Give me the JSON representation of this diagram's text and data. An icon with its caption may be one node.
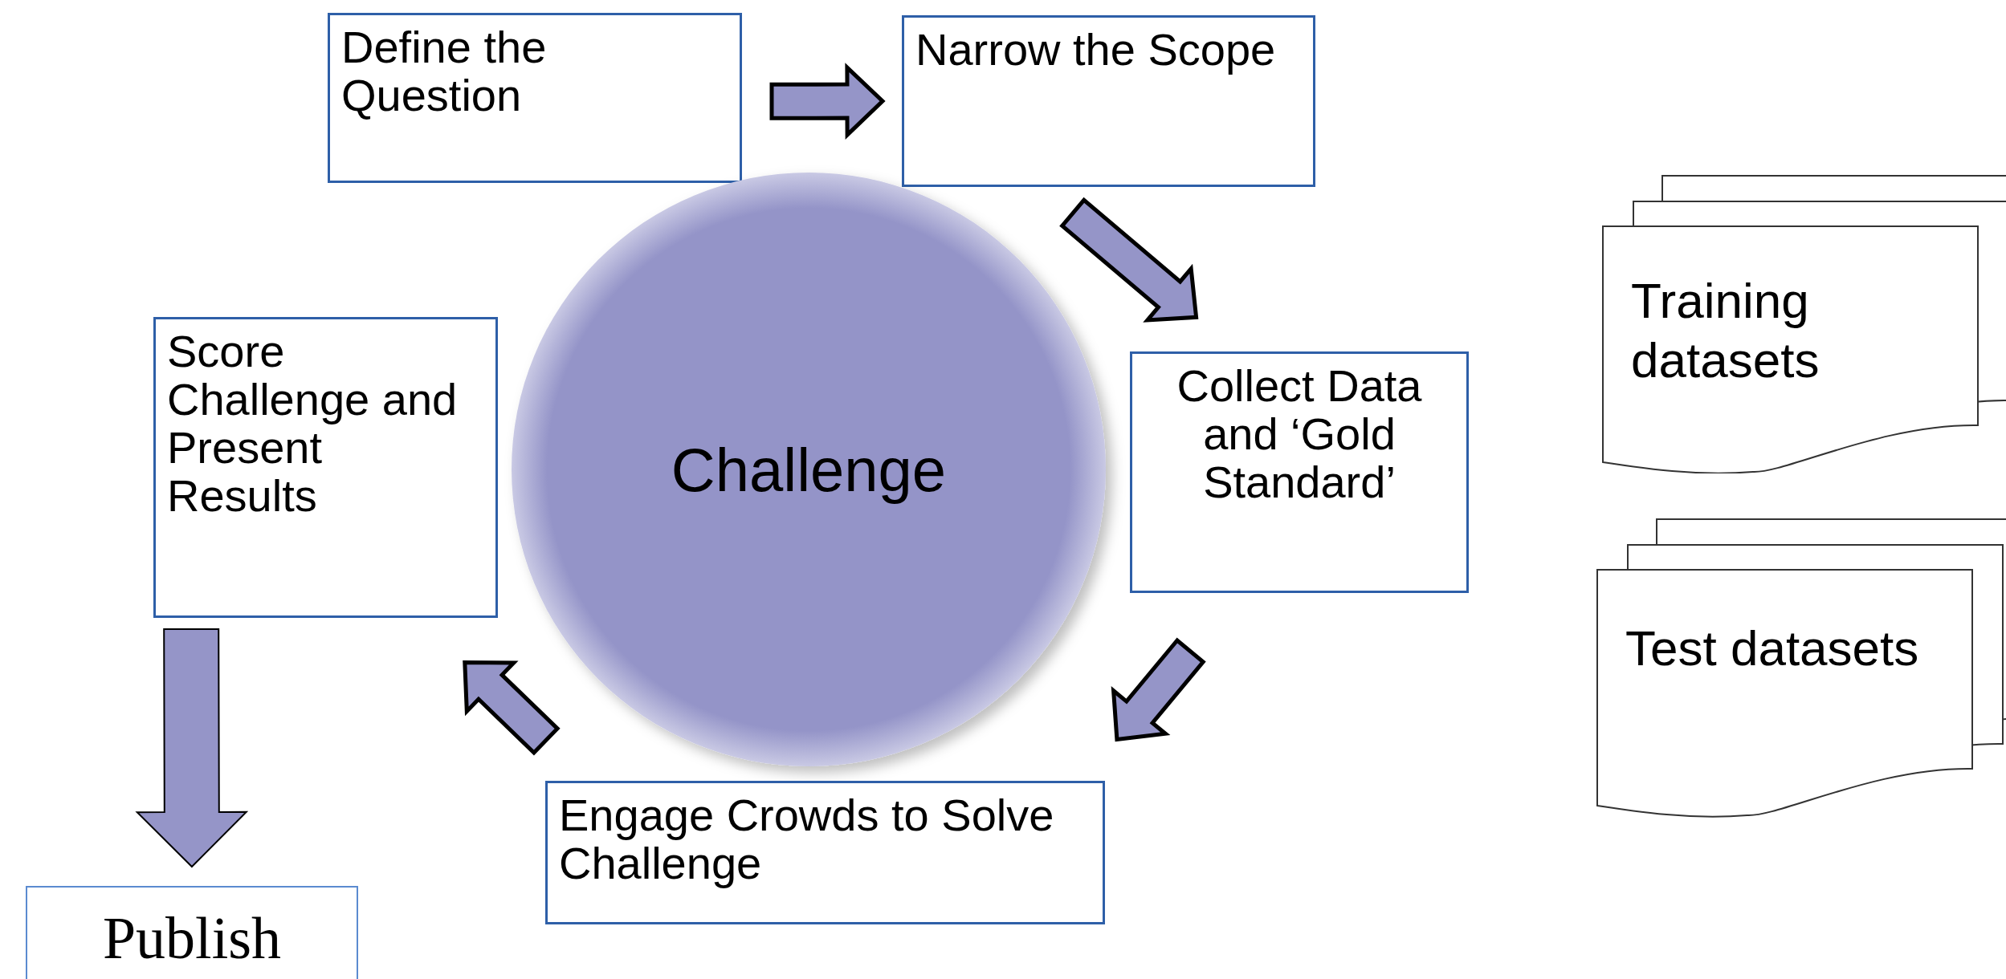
{
  "diagram": {
    "nodes": [
      {
        "text": [
          "Define the Question"
        ]
      },
      {
        "text": [
          "Narrow the Scope"
        ]
      },
      {
        "text": [
          "Challenge"
        ]
      },
      {
        "text": [
          "Score Challenge and Present Results"
        ]
      },
      {
        "text": [
          "Collect Data and ‘Gold Standard’"
        ]
      },
      {
        "text": [
          "Engage Crowds to Solve Challenge"
        ]
      },
      {
        "text": [
          "Publish"
        ]
      },
      {
        "text": [
          "Training datasets"
        ]
      },
      {
        "text": [
          "Test datasets"
        ]
      }
    ],
    "edges": [
      {
        "from": 0,
        "to": 1,
        "arrow": "to"
      },
      {
        "from": 1,
        "to": 4,
        "arrow": "to"
      },
      {
        "from": 4,
        "to": 5,
        "arrow": "to"
      },
      {
        "from": 5,
        "to": 3,
        "arrow": "to"
      },
      {
        "from": 3,
        "to": 6,
        "arrow": "to"
      }
    ]
  }
}
